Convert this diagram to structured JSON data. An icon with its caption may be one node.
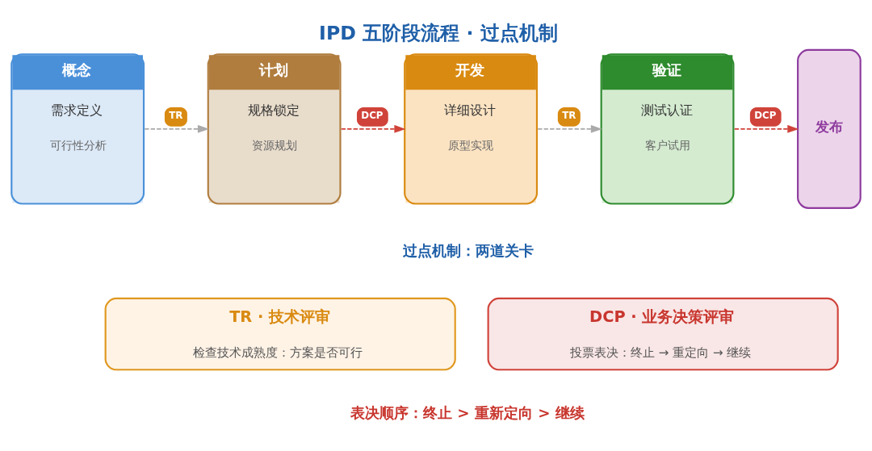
{
  "diagram": {
    "title": "IPD 五阶段流程 · 过点机制",
    "nodes": [
      {
        "text": [
          "概念",
          "需求定义",
          "可行性分析"
        ]
      },
      {
        "text": [
          "计划",
          "规格锁定",
          "资源规划"
        ]
      },
      {
        "text": [
          "开发",
          "详细设计",
          "原型实现"
        ]
      },
      {
        "text": [
          "验证",
          "测试认证",
          "客户试用"
        ]
      },
      {
        "text": [
          "发布"
        ]
      },
      {
        "text": [
          "TR · 技术评审",
          "检查技术成熟度：方案是否可行"
        ]
      },
      {
        "text": [
          "DCP · 业务决策评审",
          "投票表决：终止 → 重定向 → 继续"
        ]
      }
    ],
    "edges": [
      {
        "from": 0,
        "to": 1,
        "arrow": "to",
        "label": "TR",
        "style": "dashed"
      },
      {
        "from": 1,
        "to": 2,
        "arrow": "to",
        "label": "DCP",
        "style": "dashed",
        "color": "#d0433a"
      },
      {
        "from": 2,
        "to": 3,
        "arrow": "to",
        "label": "TR",
        "style": "dashed"
      },
      {
        "from": 3,
        "to": 4,
        "arrow": "to",
        "label": "DCP",
        "style": "dashed",
        "color": "#d0433a"
      }
    ],
    "labels": [
      "过点机制：两道关卡",
      "表决顺序：终止 > 重新定向 > 继续"
    ]
  }
}
